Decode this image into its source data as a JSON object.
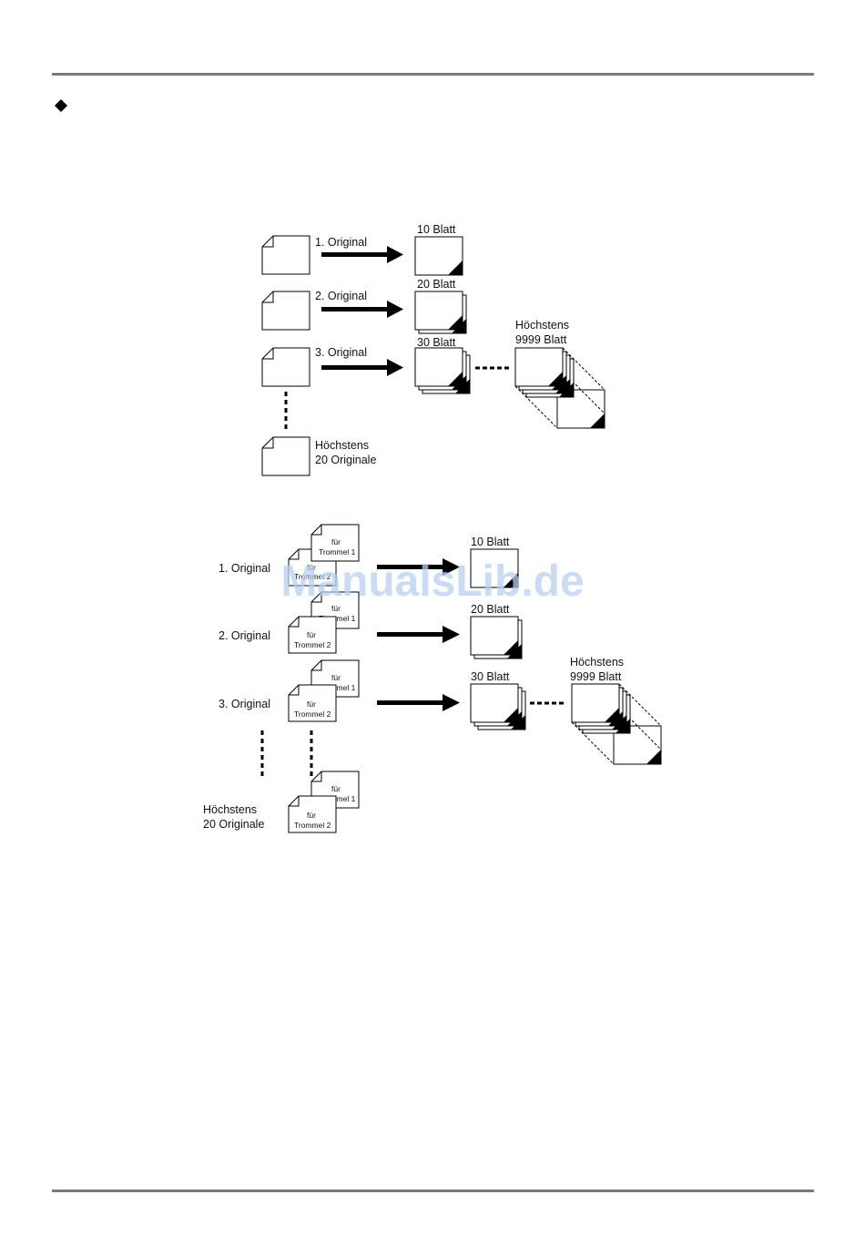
{
  "page": {
    "background": "#ffffff",
    "rule_color": "#7a7a7a"
  },
  "bullet_icon": "diamond-bullet-icon",
  "diagram1": {
    "originals": [
      "1. Original",
      "2. Original",
      "3. Original"
    ],
    "originals_max": [
      "Höchstens",
      "20 Originale"
    ],
    "outputs": [
      "10 Blatt",
      "20 Blatt",
      "30 Blatt"
    ],
    "output_max": [
      "Höchstens",
      "9999 Blatt"
    ]
  },
  "diagram2": {
    "originals": [
      "1. Original",
      "2. Original",
      "3. Original"
    ],
    "originals_max": [
      "Höchstens",
      "20 Originale"
    ],
    "drum1_label": [
      "für",
      "Trommel 1"
    ],
    "drum2_label": [
      "für",
      "Trommel 2"
    ],
    "outputs": [
      "10 Blatt",
      "20 Blatt",
      "30 Blatt"
    ],
    "output_max": [
      "Höchstens",
      "9999 Blatt"
    ]
  },
  "watermark": "ManualsLib.de"
}
